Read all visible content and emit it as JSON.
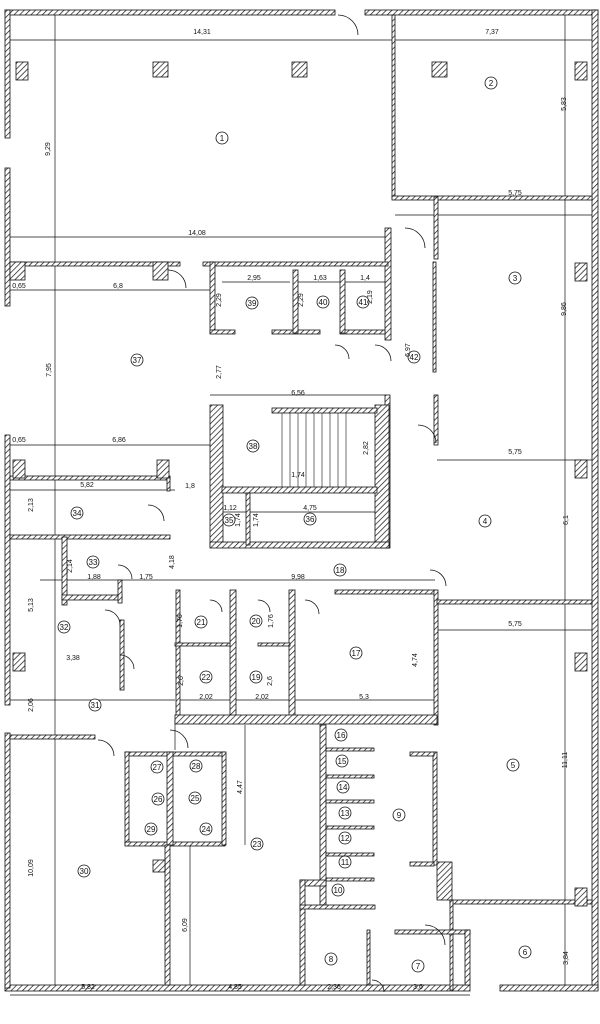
{
  "plan": {
    "line_color": "#111111",
    "background": "#ffffff",
    "rooms": [
      "1",
      "2",
      "3",
      "4",
      "5",
      "6",
      "7",
      "8",
      "9",
      "10",
      "11",
      "12",
      "13",
      "14",
      "15",
      "16",
      "17",
      "18",
      "19",
      "20",
      "21",
      "22",
      "23",
      "24",
      "25",
      "26",
      "27",
      "28",
      "29",
      "30",
      "31",
      "32",
      "33",
      "34",
      "35",
      "36",
      "37",
      "38",
      "39",
      "40",
      "41",
      "42"
    ],
    "dimensions": [
      "14,31",
      "7,37",
      "5,83",
      "9,29",
      "5,75",
      "14,08",
      "0,65",
      "6,8",
      "2,95",
      "1,63",
      "1,4",
      "2,29",
      "2,29",
      "2,19",
      "9,86",
      "7,95",
      "2,77",
      "6,56",
      "6,97",
      "2,82",
      "1,74",
      "0,65",
      "6,86",
      "5,75",
      "5,82",
      "1,8",
      "2,13",
      "1,12",
      "4,75",
      "1,74",
      "1,74",
      "6,1",
      "4,18",
      "2,14",
      "1,88",
      "1,75",
      "9,98",
      "5,13",
      "1,76",
      "1,76",
      "5,75",
      "4,74",
      "2,6",
      "2,6",
      "3,38",
      "2,02",
      "2,02",
      "5,3",
      "2,06",
      "4,47",
      "11,11",
      "10,09",
      "6,09",
      "3,84",
      "5,82",
      "4,85",
      "2,36",
      "3,6"
    ]
  }
}
